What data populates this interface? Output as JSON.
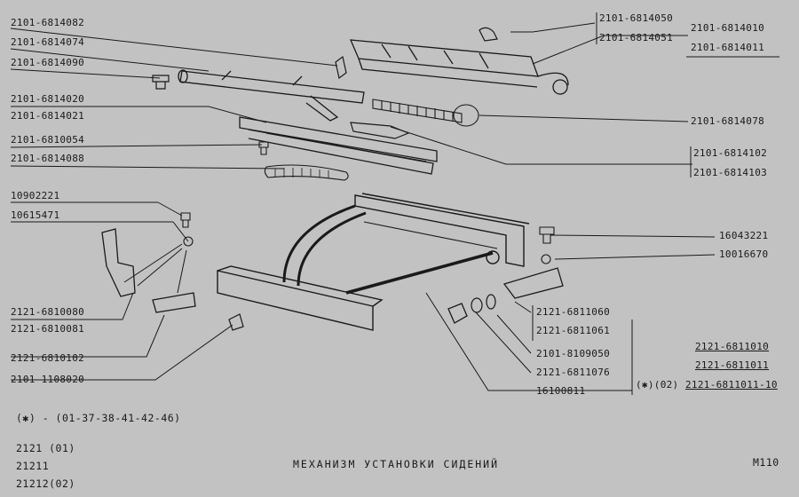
{
  "left_labels": [
    "2101-6814082",
    "2101-6814074",
    "2101-6814090",
    "2101-6814020",
    "2101-6814021",
    "2101-6810054",
    "2101-6814088",
    "10902221",
    "10615471",
    "2121-6810080",
    "2121-6810081",
    "2121-6810102",
    "2101-1108020"
  ],
  "right_top_labels": {
    "box_a": "2101-6814050",
    "box_b": "2101-6814051",
    "side_a": "2101-6814010",
    "side_b": "2101-6814011",
    "mid": "2101-6814078",
    "box2_a": "2101-6814102",
    "box2_b": "2101-6814103"
  },
  "right_bottom_labels": {
    "bolt": "16043221",
    "nut": "10016670",
    "box_a": "2121-6811060",
    "box_b": "2121-6811061",
    "washer1": "2101-8109050",
    "washer2": "2121-6811076",
    "nut2": "16100811",
    "frame_a": "2121-6811010",
    "frame_b": "2121-6811011",
    "frame_c_prefix": "(✱)(02)",
    "frame_c": "2121-6811011-10"
  },
  "footer": {
    "note": "(✱) - (01-37-38-41-42-46)",
    "models": [
      "2121 (01)",
      "21211",
      "21212(02)"
    ],
    "title": "МЕХАНИЗМ УСТАНОВКИ СИДЕНИЙ",
    "page_code": "M110"
  }
}
